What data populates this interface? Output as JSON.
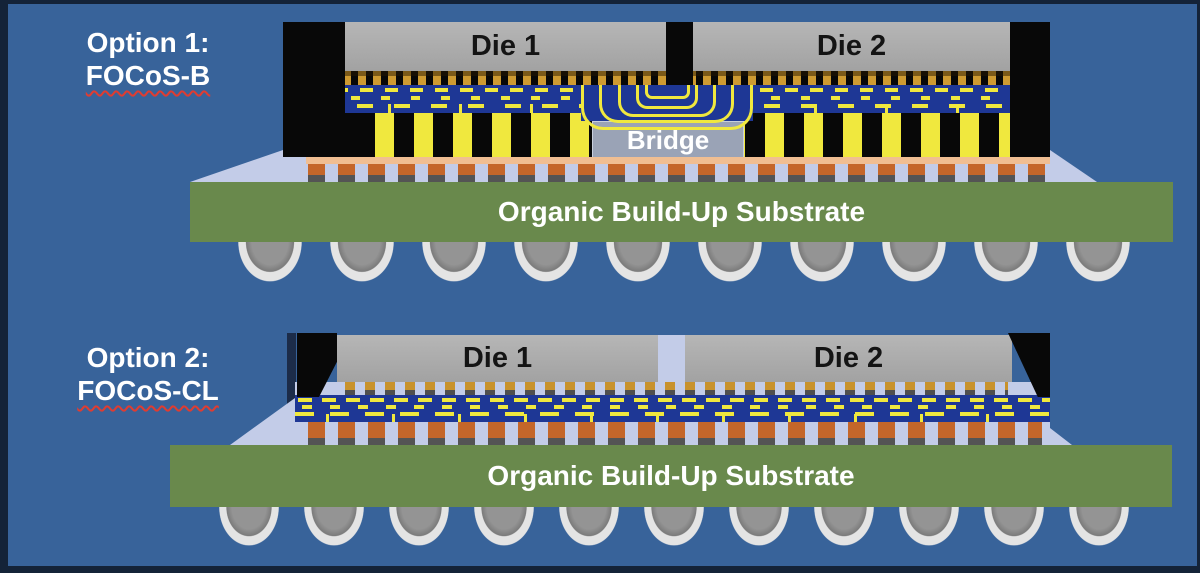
{
  "colors": {
    "background": "#38639A",
    "frame": "#142338",
    "substrate_green": "#69894C",
    "rdl_blue": "#1E3795",
    "trace_yellow": "#F0E83E",
    "die_gray": "#ADADAD",
    "underfill_blue": "#C3CCE8",
    "bump_orange": "#C4662A",
    "microbump_gold": "#CE9A31",
    "solder_peach": "#F0BE92",
    "bridge_gray": "#9AA3B6",
    "ball_gray": "#8F8F8F",
    "mold_black": "#080808",
    "spellcheck_red": "#E03C31"
  },
  "options": [
    {
      "label_line1": "Option 1:",
      "label_line2": "FOCoS-B",
      "die1_label": "Die 1",
      "die2_label": "Die 2",
      "bridge_label": "Bridge",
      "substrate_label": "Organic Build-Up Substrate"
    },
    {
      "label_line1": "Option 2:",
      "label_line2": "FOCoS-CL",
      "die1_label": "Die 1",
      "die2_label": "Die 2",
      "substrate_label": "Organic Build-Up Substrate"
    }
  ]
}
